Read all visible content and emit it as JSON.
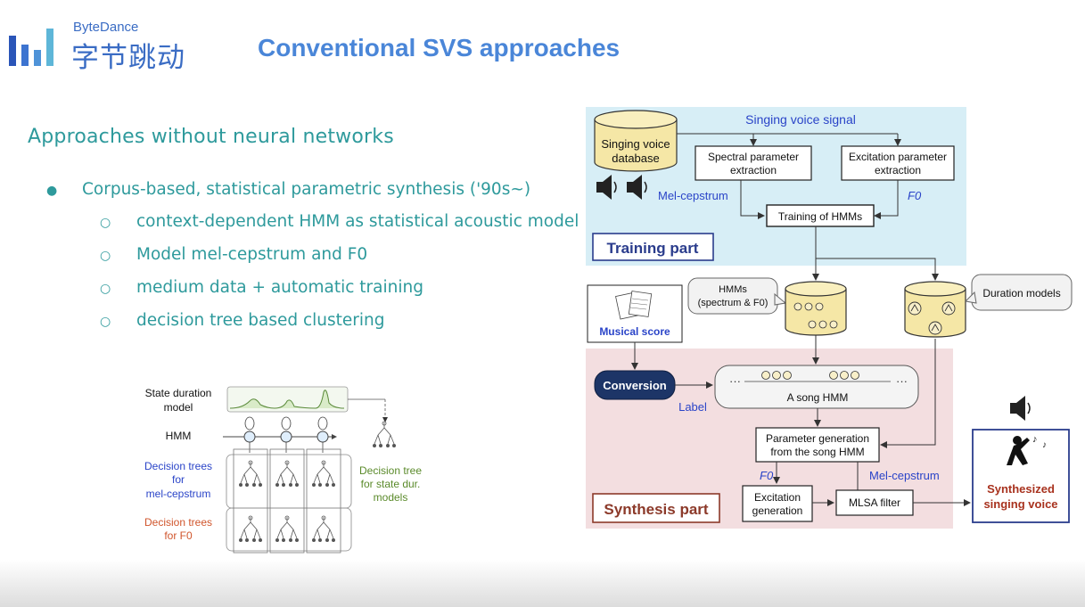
{
  "logo": {
    "en": "ByteDance",
    "cn": "字节跳动"
  },
  "title": "Conventional SVS approaches",
  "section_title": "Approaches without neural networks",
  "bullets": {
    "main": "Corpus-based, statistical parametric synthesis ('90s~)",
    "sub": [
      "context-dependent HMM as statistical acoustic model",
      "Model mel-cepstrum and F0",
      "medium data + automatic training",
      "decision tree based clustering"
    ]
  },
  "tree_diagram": {
    "state_duration_model": "State duration model",
    "state_duration_l1": "State duration",
    "state_duration_l2": "model",
    "hmm": "HMM",
    "dt_mel_l1": "Decision trees",
    "dt_mel_l2": "for",
    "dt_mel_l3": "mel-cepstrum",
    "dt_f0_l1": "Decision trees",
    "dt_f0_l2": "for F0",
    "dt_dur_l1": "Decision tree",
    "dt_dur_l2": "for state dur.",
    "dt_dur_l3": "models"
  },
  "svs_diagram": {
    "singing_voice_signal": "Singing voice signal",
    "db_l1": "Singing voice",
    "db_l2": "database",
    "spectral_l1": "Spectral parameter",
    "spectral_l2": "extraction",
    "excitation_l1": "Excitation parameter",
    "excitation_l2": "extraction",
    "mel_cepstrum": "Mel-cepstrum",
    "f0": "F0",
    "training_hmms": "Training of HMMs",
    "training_part": "Training part",
    "hmms_l1": "HMMs",
    "hmms_l2": "(spectrum & F0)",
    "duration_models": "Duration models",
    "musical_score": "Musical score",
    "conversion": "Conversion",
    "label": "Label",
    "song_hmm": "A song HMM",
    "ellipsis": "···",
    "paramgen_l1": "Parameter generation",
    "paramgen_l2": "from the song HMM",
    "f0_bottom": "F0",
    "mel_bottom": "Mel-cepstrum",
    "excgen_l1": "Excitation",
    "excgen_l2": "generation",
    "mlsa": "MLSA filter",
    "synthesis_part": "Synthesis part",
    "synth_l1": "Synthesized",
    "synth_l2": "singing voice"
  }
}
